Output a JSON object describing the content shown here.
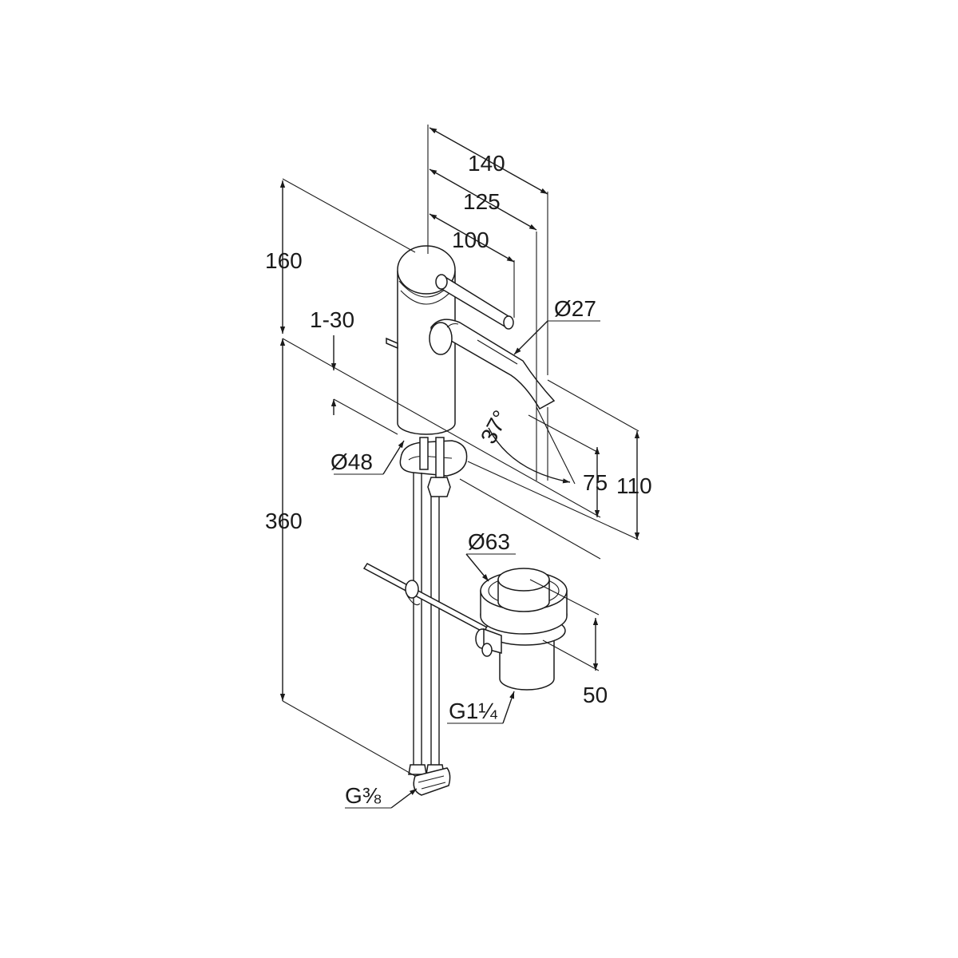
{
  "dimensions": {
    "d140": "140",
    "d125": "125",
    "d100": "100",
    "d160": "160",
    "d1_30": "1-30",
    "d_dia27": "Ø27",
    "d37": "37°",
    "d_dia48": "Ø48",
    "d75": "75",
    "d110": "110",
    "d360": "360",
    "d_dia63": "Ø63",
    "d50": "50",
    "thread_waste": "G1¼",
    "thread_supply": "G⅜"
  }
}
